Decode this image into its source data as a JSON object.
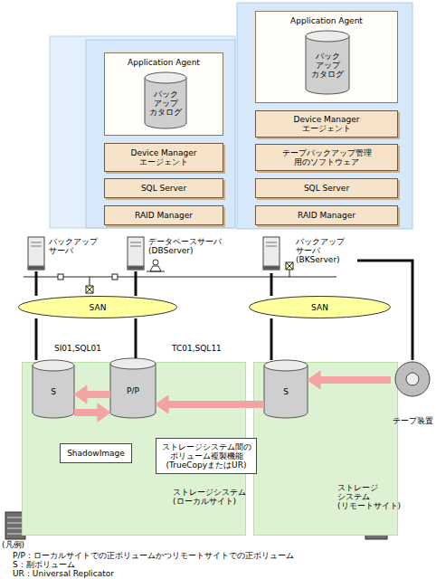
{
  "diagram": {
    "nodes": [
      {
        "text": [
          "Application Agent"
        ]
      },
      {
        "text": [
          "バック アップ カタログ"
        ],
        "in": 0
      },
      {
        "text": [
          "Device Manager エージェント"
        ]
      },
      {
        "text": [
          "SQL Server"
        ]
      },
      {
        "text": [
          "RAID Manager"
        ]
      },
      {
        "text": [
          "Application Agent"
        ]
      },
      {
        "text": [
          "バック アップ カタログ"
        ],
        "in": 5
      },
      {
        "text": [
          "Device Manager エージェント"
        ]
      },
      {
        "text": [
          "テープバックアップ管理 用のソフトウェア"
        ]
      },
      {
        "text": [
          "SQL Server"
        ]
      },
      {
        "text": [
          "RAID Manager"
        ]
      },
      {
        "text": [
          "バックアップ サーバ"
        ]
      },
      {
        "text": [
          "データベースサーバ (DBServer)"
        ]
      },
      {
        "text": [
          "バックアップ サーバ (BKServer)"
        ]
      },
      {
        "text": [
          "SAN"
        ]
      },
      {
        "text": [
          "SAN"
        ]
      },
      {
        "text": [
          "ストレージシステム (ローカルサイト)"
        ]
      },
      {
        "text": [
          "S"
        ],
        "in": 16
      },
      {
        "text": [
          "P/P"
        ],
        "in": 16
      },
      {
        "text": [
          "ShadowImage"
        ],
        "in": 16
      },
      {
        "text": [
          "ストレージシステム間の ボリューム複製機能 (TrueCopyまたはUR)"
        ]
      },
      {
        "text": [
          "ストレージ システム (リモートサイト)"
        ]
      },
      {
        "text": [
          "S"
        ],
        "in": 21
      },
      {
        "text": [
          "テープ装置"
        ]
      }
    ],
    "edges": [
      {
        "from": 11,
        "to": 14,
        "arrow": "none"
      },
      {
        "from": 14,
        "to": 17,
        "arrow": "none"
      },
      {
        "from": 12,
        "to": 14,
        "arrow": "none"
      },
      {
        "from": 14,
        "to": 18,
        "arrow": "none"
      },
      {
        "from": 13,
        "to": 15,
        "arrow": "none"
      },
      {
        "from": 15,
        "to": 22,
        "arrow": "none"
      },
      {
        "from": 13,
        "to": 23,
        "arrow": "none"
      },
      {
        "from": 18,
        "to": 17,
        "arrow": "to"
      },
      {
        "from": 17,
        "to": 18,
        "arrow": "to"
      },
      {
        "from": 22,
        "to": 18,
        "arrow": "to"
      },
      {
        "from": 23,
        "to": 22,
        "arrow": "to"
      }
    ],
    "labels": [
      "SI01,SQL01",
      "TC01,SQL11",
      "(凡例)",
      "P/P：ローカルサイトでの正ボリュームかつリモートサイトでの正ボリューム",
      "S：副ボリューム",
      "UR：Universal Replicator"
    ]
  }
}
